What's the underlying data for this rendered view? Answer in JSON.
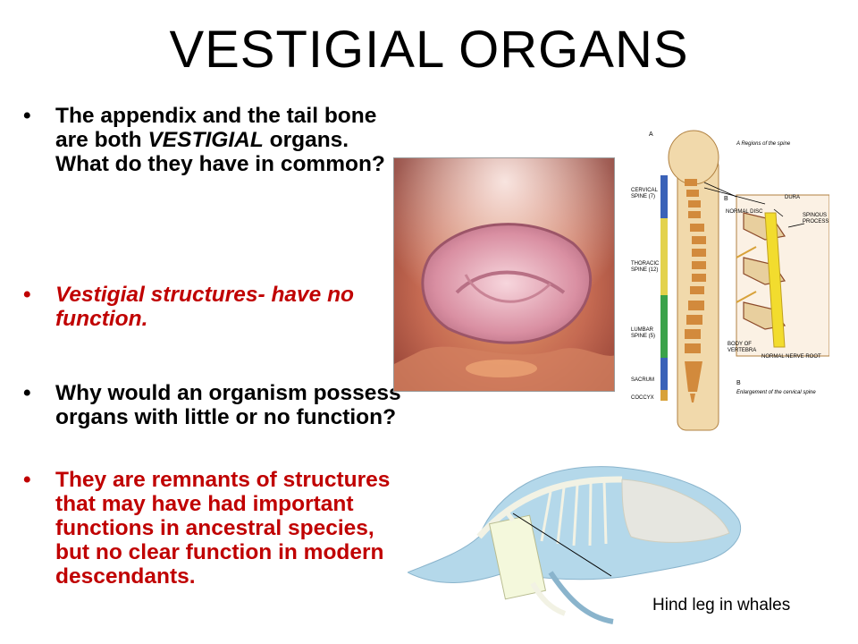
{
  "slide": {
    "title": "VESTIGIAL ORGANS",
    "bullet_glyph": "•",
    "bullets": [
      {
        "pre": "The appendix and the tail bone are both ",
        "em": "VESTIGIAL",
        "post": " organs. What do they have in common?"
      },
      {
        "text": "Vestigial structures- have no function."
      },
      {
        "text": "Why would an organism possess organs with little or no function?"
      },
      {
        "text": "They are remnants of structures that may have had important functions in ancestral species, but no clear function in modern descendants."
      }
    ]
  },
  "colors": {
    "accent_red": "#c00000"
  },
  "images": {
    "appendix_photo": {
      "icon": "appendix-photo"
    },
    "spine": {
      "icon": "spine-diagram",
      "labels": {
        "a": "A",
        "a_title": "A Regions of the spine",
        "cervical": "CERVICAL",
        "cervical_n": "SPINE (7)",
        "thoracic": "THORACIC",
        "thoracic_n": "SPINE (12)",
        "lumbar": "LUMBAR",
        "lumbar_n": "SPINE (5)",
        "sacrum": "SACRUM",
        "coccyx": "COCCYX",
        "b": "B",
        "dura": "DURA",
        "normal_disc": "NORMAL DISC",
        "spinous": "SPINOUS",
        "process": "PROCESS",
        "body_of": "BODY OF",
        "vertebra": "VERTEBRA",
        "nerve_root": "NORMAL NERVE ROOT",
        "b2": "B",
        "enlargement": "Enlargement of the cervical spine"
      }
    },
    "whale": {
      "icon": "whale-skeleton-diagram",
      "caption": "Hind leg in whales"
    }
  }
}
